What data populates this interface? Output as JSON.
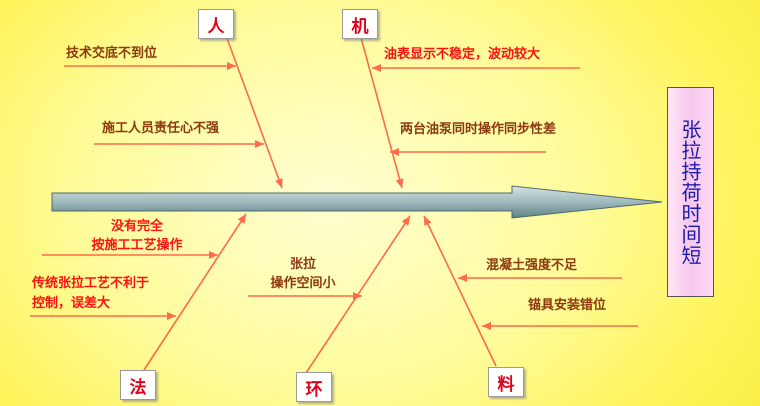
{
  "effect": "张拉持荷时间短",
  "categories": {
    "people": "人",
    "machine": "机",
    "method": "法",
    "environment": "环",
    "material": "料"
  },
  "causes": {
    "people": [
      "技术交底不到位",
      "施工人员责任心不强"
    ],
    "machine": [
      "油表显示不稳定，波动较大",
      "两台油泵同时操作同步性差"
    ],
    "method": [
      "没有完全",
      "按施工工艺操作",
      "传统张拉工艺不利于",
      "控制，误差大"
    ],
    "environment": [
      "张拉",
      "操作空间小"
    ],
    "material": [
      "混凝土强度不足",
      "锚具安装错位"
    ]
  },
  "colors": {
    "arrow": "#ff6a4a",
    "spine_top": "#b9cfd1",
    "spine_bottom": "#6e8e92",
    "category_text": "#e0001a",
    "effect_text": "#1c1aa8"
  }
}
